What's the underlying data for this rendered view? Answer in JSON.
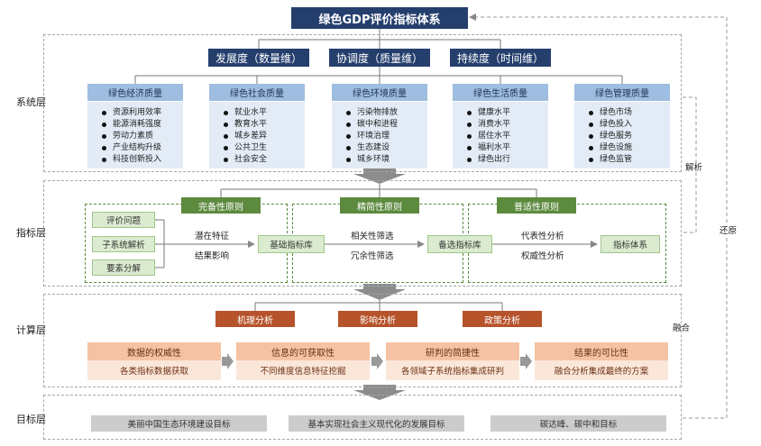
{
  "title": "绿色GDP评价指标体系",
  "side": {
    "left_top": "解析",
    "right": "还原",
    "merge": "融合"
  },
  "layers": [
    "系统层",
    "指标层",
    "计算层",
    "目标层"
  ],
  "dimensions": [
    "发展度（数量维）",
    "协调度（质量维）",
    "持续度（时间维）"
  ],
  "quality": [
    {
      "head": "绿色经济质量",
      "items": [
        "资源利用效率",
        "能源消耗强度",
        "劳动力素质",
        "产业结构升级",
        "科技创新投入"
      ]
    },
    {
      "head": "绿色社会质量",
      "items": [
        "就业水平",
        "教育水平",
        "城乡差异",
        "公共卫生",
        "社会安全"
      ]
    },
    {
      "head": "绿色环境质量",
      "items": [
        "污染物排放",
        "碳中和进程",
        "环境治理",
        "生态建设",
        "城乡环境"
      ]
    },
    {
      "head": "绿色生活质量",
      "items": [
        "健康水平",
        "消费水平",
        "居住水平",
        "福利水平",
        "绿色出行"
      ]
    },
    {
      "head": "绿色管理质量",
      "items": [
        "绿色市场",
        "绿色投入",
        "绿色服务",
        "绿色设施",
        "绿色监管"
      ]
    }
  ],
  "principles": [
    "完备性原则",
    "精简性原则",
    "普适性原则"
  ],
  "indicator": {
    "inputs": [
      "评价问题",
      "子系统解析",
      "要素分解"
    ],
    "p1_top": "潜在特征",
    "p1_bottom": "结果影响",
    "base_lib": "基础指标库",
    "p2_top": "相关性筛选",
    "p2_bottom": "冗余性筛选",
    "alt_lib": "备选指标库",
    "p3_top": "代表性分析",
    "p3_bottom": "权威性分析",
    "system": "指标体系"
  },
  "analyses": [
    "机理分析",
    "影响分析",
    "政策分析"
  ],
  "calc": [
    {
      "head": "数据的权威性",
      "body": "各类指标数据获取"
    },
    {
      "head": "信息的可获取性",
      "body": "不同维度信息特征挖掘"
    },
    {
      "head": "研判的简捷性",
      "body": "各领域子系统指标集成研判"
    },
    {
      "head": "结果的可比性",
      "body": "融合分析集成最终的方案"
    }
  ],
  "goals": [
    "美丽中国生态环境建设目标",
    "基本实现社会主义现代化的发展目标",
    "碳达峰、碳中和目标"
  ],
  "colors": {
    "navy": "#253f6d",
    "blue_head": "#9ebde0",
    "green": "#5c8a3e",
    "orange": "#b6532b",
    "peach": "#f5c3a3"
  }
}
